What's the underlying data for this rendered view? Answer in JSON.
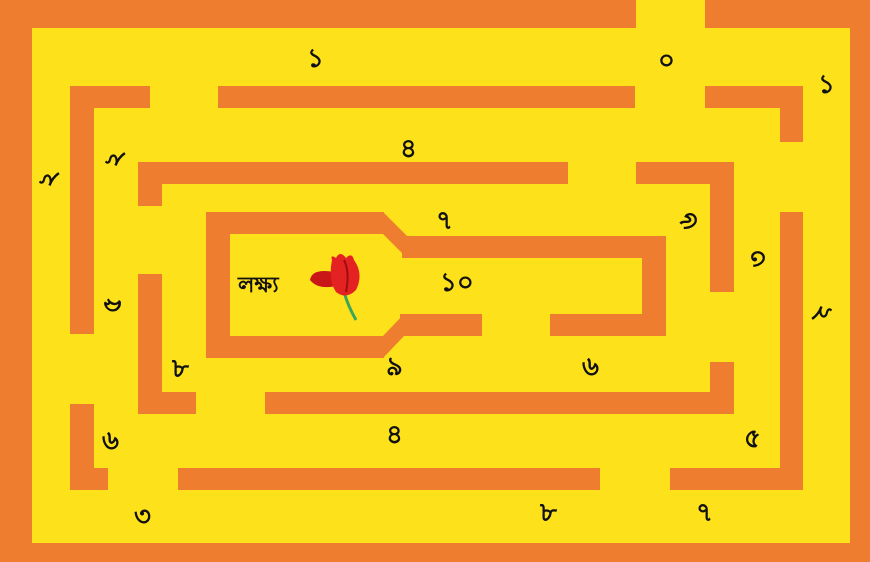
{
  "maze": {
    "goal_label": "লক্ষ্য",
    "goal_icon": "tulip-flower-icon",
    "colors": {
      "path": "#fde11b",
      "wall": "#ee7d2f",
      "flower": "#e02020",
      "stem": "#3aa65a"
    },
    "numbers": {
      "n01": "১",
      "n02": "০",
      "n03": "১",
      "n04": "২",
      "n05": "২",
      "n06": "৪",
      "n07": "৭",
      "n08": "৬",
      "n09": "৩",
      "n10": "৫",
      "n11": "১০",
      "n12": "২",
      "n13": "৮",
      "n14": "৯",
      "n15": "৬",
      "n16": "৬",
      "n17": "৪",
      "n18": "৫",
      "n19": "৩",
      "n20": "৮",
      "n21": "৭"
    }
  }
}
